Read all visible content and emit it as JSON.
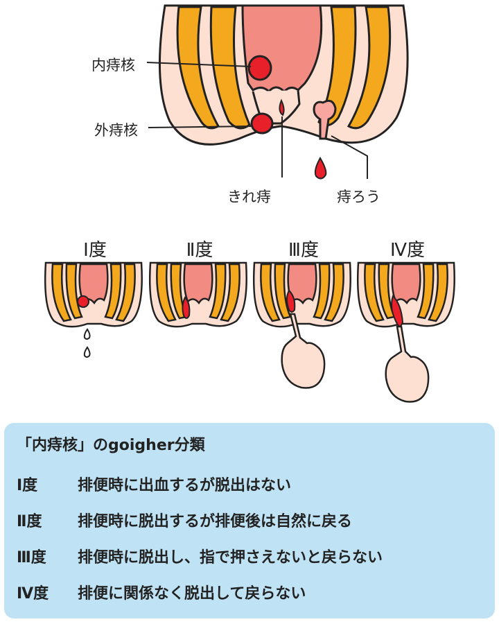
{
  "diagram": {
    "labels": {
      "internal": "内痔核",
      "external": "外痔核",
      "fissure": "きれ痔",
      "fistula": "痔ろう"
    },
    "grades": [
      {
        "title": "Ⅰ度"
      },
      {
        "title": "Ⅱ度"
      },
      {
        "title": "Ⅲ度"
      },
      {
        "title": "Ⅳ度"
      }
    ],
    "colors": {
      "muscle": "#f4a81d",
      "skin": "#fde0d2",
      "mucosa": "#f28b82",
      "hemorrhoid": "#e8202a",
      "outline": "#222222"
    }
  },
  "info": {
    "title": "「内痔核」のgoigher分類",
    "rows": [
      {
        "grade": "Ⅰ度",
        "desc": "排便時に出血するが脱出はない"
      },
      {
        "grade": "Ⅱ度",
        "desc": "排便時に脱出するが排便後は自然に戻る"
      },
      {
        "grade": "Ⅲ度",
        "desc": "排便時に脱出し、指で押さえないと戻らない"
      },
      {
        "grade": "Ⅳ度",
        "desc": "排便に関係なく脱出して戻らない"
      }
    ]
  }
}
